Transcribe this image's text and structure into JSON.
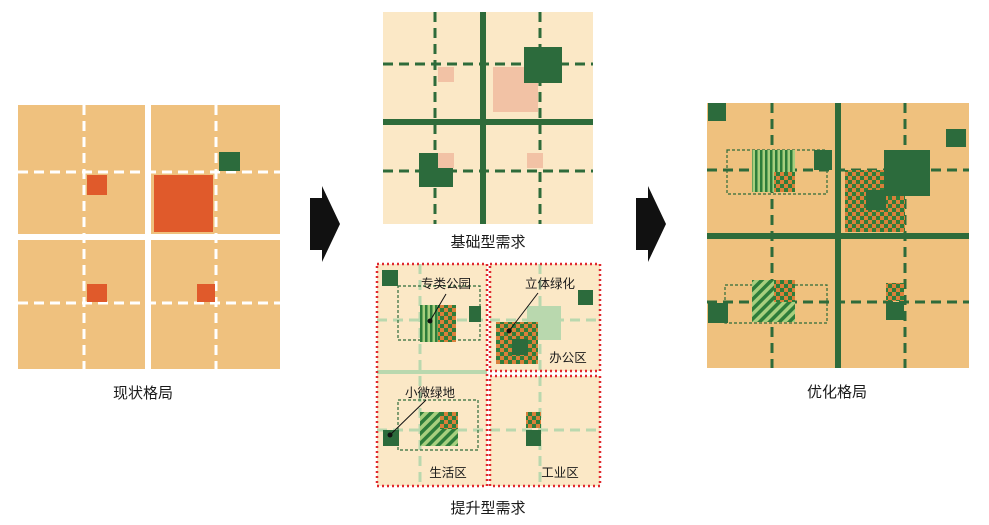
{
  "captions": {
    "current": "现状格局",
    "basic": "基础型需求",
    "upgrade": "提升型需求",
    "optimized": "优化格局"
  },
  "labels": {
    "park": "专类公园",
    "vertical_green": "立体绿化",
    "office": "办公区",
    "micro_green": "小微绿地",
    "living": "生活区",
    "industrial": "工业区"
  },
  "colors": {
    "land": "#EFC17E",
    "land_light": "#FBE8C6",
    "road_green": "#2E6B3A",
    "dark_green": "#2C6B3C",
    "orange_red": "#E05A2B",
    "pink": "#F2C2A5",
    "light_green": "#B9D8AE",
    "dotted_red": "#E0282E",
    "arrow": "#111111"
  }
}
